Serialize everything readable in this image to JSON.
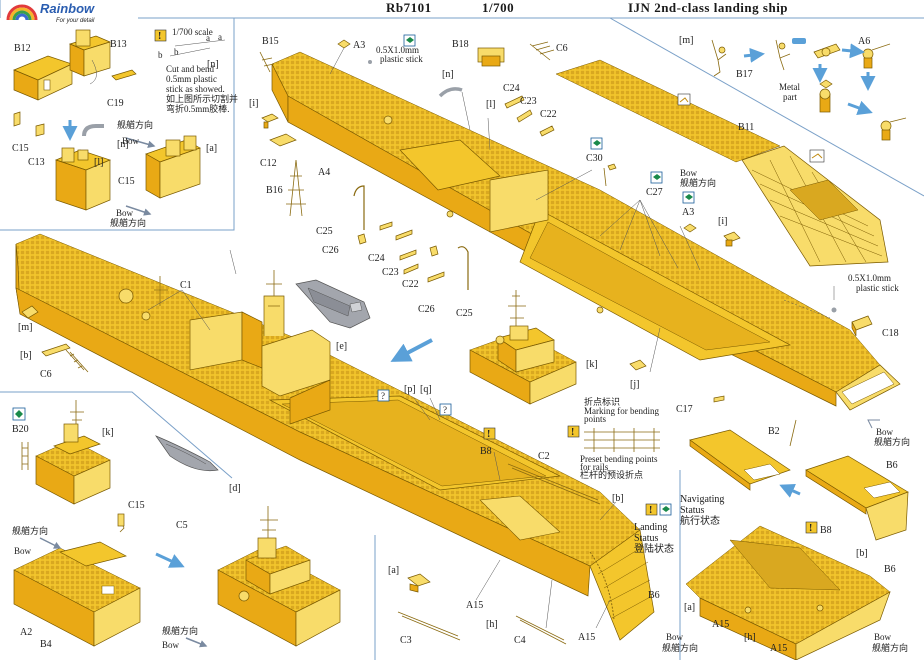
{
  "header": {
    "brand": "Rainbow",
    "brand_tagline": "For your detail",
    "product_code": "Rb7101",
    "scale": "1/700",
    "title": "IJN 2nd-class landing ship"
  },
  "colors": {
    "brass": "#f3c62c",
    "brass_dark": "#e9a915",
    "frame_line": "#7aa0c8",
    "arrow_blue": "#5aa0d8",
    "gray_boat": "#a3a6ad"
  },
  "notes": {
    "scale_title": "1/700 scale",
    "scale_marks": [
      "a",
      "a",
      "b",
      "b",
      "a",
      "a",
      "b"
    ],
    "cut_bend_text": [
      "Cut and bend",
      "0.5mm plastic",
      "stick as showed."
    ],
    "cut_bend_cn": [
      "如上图所示切割并",
      "弯折0.5mm胶棒."
    ],
    "plastic_stick": [
      "0.5X1.0mm",
      "plastic stick"
    ],
    "plastic_stick_2": [
      "0.5X1.0mm",
      "plastic stick"
    ],
    "marking_bending_cn": "折点标识",
    "marking_bending": [
      "Marking for bending",
      "points"
    ],
    "preset_bending": [
      "Preset bending points",
      "for rails"
    ],
    "preset_bending_cn": "栏杆的预设折点",
    "metal_part": [
      "Metal",
      "part"
    ],
    "landing_status": [
      "Landing",
      "Status",
      "登陆状态"
    ],
    "navigating_status": [
      "Navigating",
      "Status",
      "航行状态"
    ]
  },
  "bow_labels": {
    "en": "Bow",
    "cn": "舰艏方向"
  },
  "part_labels": {
    "b12": "B12",
    "b13": "B13",
    "c19": "C19",
    "c15": "C15",
    "c13": "C13",
    "n": "[n]",
    "l": "[l]",
    "b15": "B15",
    "a3": "A3",
    "b18": "B18",
    "c6": "C6",
    "i": "[i]",
    "c12": "C12",
    "b16": "B16",
    "a4": "A4",
    "c24": "C24",
    "c23": "C23",
    "c22": "C22",
    "c30": "C30",
    "c27": "C27",
    "c25": "C25",
    "c26": "C26",
    "m": "[m]",
    "b17": "B17",
    "a6": "A6",
    "b11": "B11",
    "c1": "C1",
    "b": "[b]",
    "e": "[e]",
    "k": "[k]",
    "j": "[j]",
    "c18": "C18",
    "c17": "C17",
    "b2": "B2",
    "b6": "B6",
    "p": "[p]",
    "q": "[q]",
    "b8": "B8",
    "d": "[d]",
    "c2": "C2",
    "b20": "B20",
    "c5": "C5",
    "a2": "A2",
    "b4": "B4",
    "a": "[a]",
    "c3": "C3",
    "a15": "A15",
    "h": "[h]",
    "c4": "C4"
  }
}
